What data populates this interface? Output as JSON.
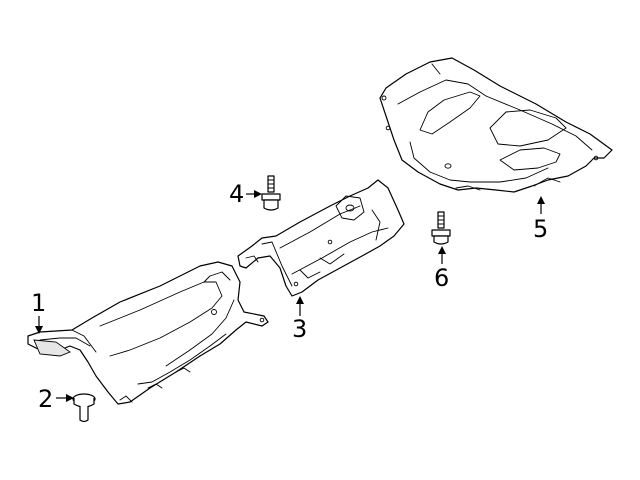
{
  "callouts": {
    "c1": "1",
    "c2": "2",
    "c3": "3",
    "c4": "4",
    "c5": "5",
    "c6": "6"
  },
  "colors": {
    "line": "#000000",
    "background": "#ffffff",
    "shade": "#e6e6e6"
  }
}
